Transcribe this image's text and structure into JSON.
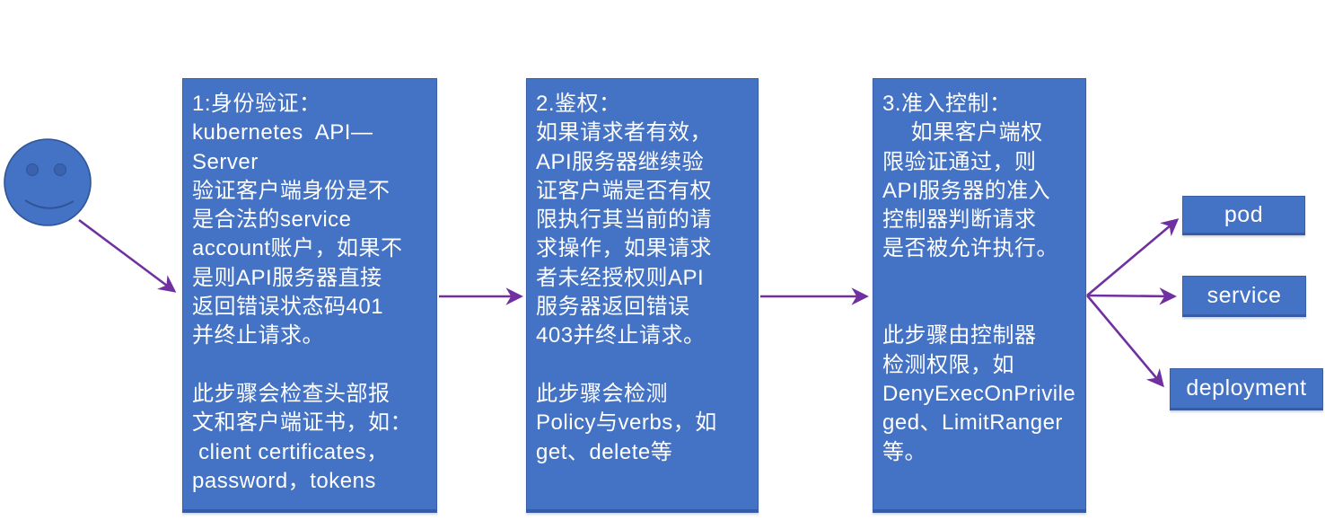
{
  "colors": {
    "box_fill": "#4472C4",
    "box_border": "#2F5597",
    "arrow": "#7030A0",
    "text": "#FFFFFF",
    "background": "#FFFFFF"
  },
  "actor": {
    "icon": "smiley-face-icon",
    "role": "client"
  },
  "steps": [
    {
      "id": "authentication",
      "text": "1:身份验证：\nkubernetes  API—Server\n验证客户端身份是不\n是合法的service\naccount账户，如果不\n是则API服务器直接\n返回错误状态码401\n并终止请求。\n\n此步骤会检查头部报\n文和客户端证书，如：\n client certificates，\npassword，tokens"
    },
    {
      "id": "authorization",
      "text": "2.鉴权：\n如果请求者有效，\nAPI服务器继续验\n证客户端是否有权\n限执行其当前的请\n求操作，如果请求\n者未经授权则API\n服务器返回错误\n403并终止请求。\n\n此步骤会检测\nPolicy与verbs，如\nget、delete等"
    },
    {
      "id": "admission-control",
      "text": "3.准入控制：\n　 如果客户端权\n限验证通过，则\nAPI服务器的准入\n控制器判断请求\n是否被允许执行。\n\n\n此步骤由控制器\n检测权限，如\nDenyExecOnPrivile\nged、LimitRanger\n等。"
    }
  ],
  "resources": [
    {
      "label": "pod"
    },
    {
      "label": "service"
    },
    {
      "label": "deployment"
    }
  ],
  "arrows": [
    {
      "from": "client",
      "to": "authentication"
    },
    {
      "from": "authentication",
      "to": "authorization"
    },
    {
      "from": "authorization",
      "to": "admission-control"
    },
    {
      "from": "admission-control",
      "to": "pod"
    },
    {
      "from": "admission-control",
      "to": "service"
    },
    {
      "from": "admission-control",
      "to": "deployment"
    }
  ]
}
